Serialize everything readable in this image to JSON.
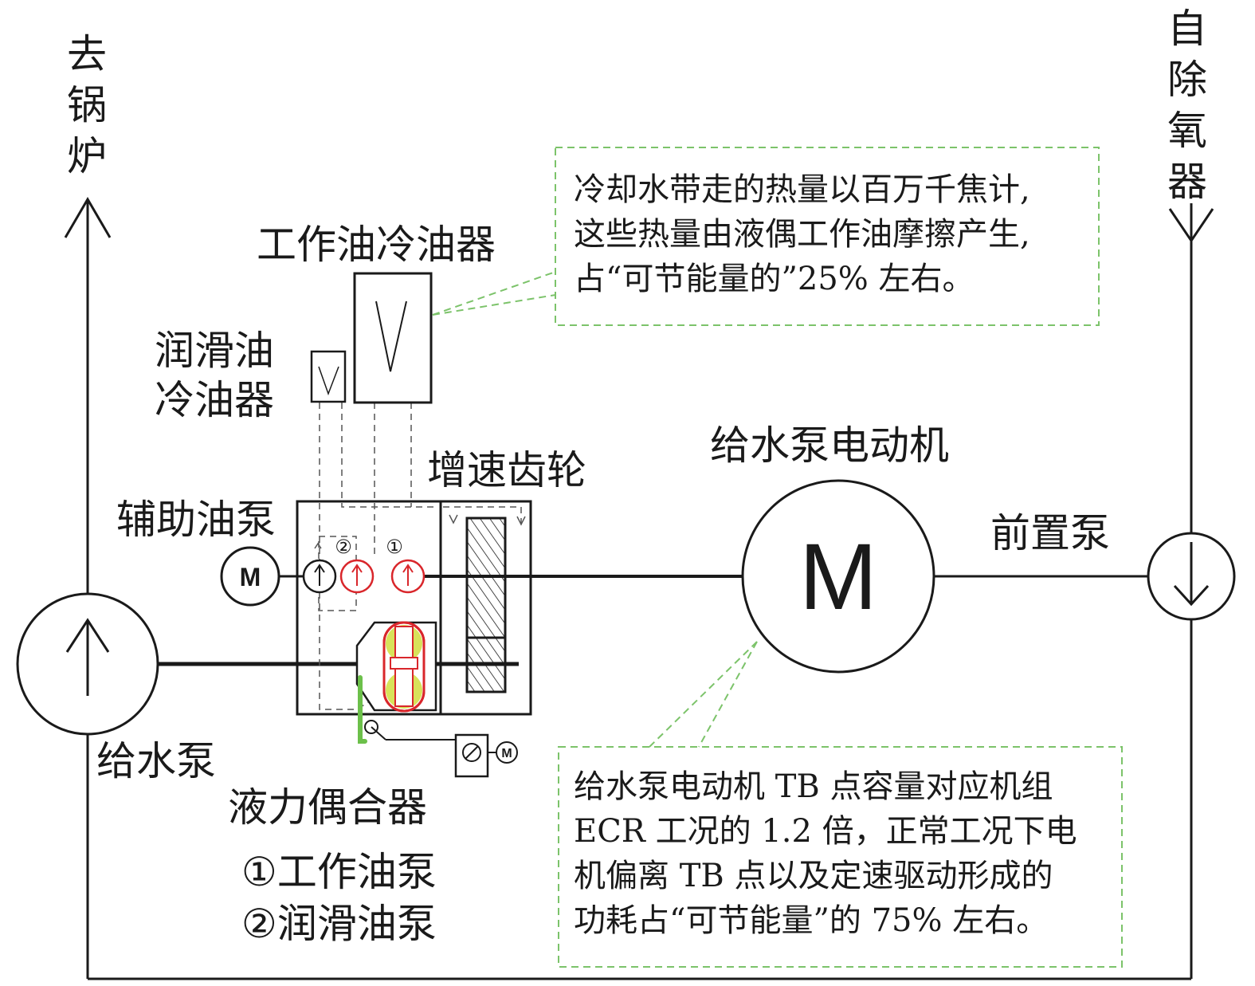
{
  "labels": {
    "to_boiler": "去锅炉",
    "from_deaerator": "自除氧器",
    "working_oil_cooler": "工作油冷油器",
    "lube_oil_cooler_line1": "润滑油",
    "lube_oil_cooler_line2": "冷油器",
    "speed_up_gear": "增速齿轮",
    "aux_oil_pump": "辅助油泵",
    "feed_pump_motor": "给水泵电动机",
    "booster_pump": "前置泵",
    "feed_pump": "给水泵",
    "fluid_coupling": "液力偶合器",
    "legend_1": "①工作油泵",
    "legend_2": "②润滑油泵",
    "pump_mark_1": "①",
    "pump_mark_2": "②",
    "motor_symbol": "M"
  },
  "notes": {
    "top": [
      "冷却水带走的热量以百万千焦计,",
      "这些热量由液偶工作油摩擦产生,",
      "占“可节能量的”25% 左右。"
    ],
    "bottom": [
      "给水泵电动机 TB 点容量对应机组",
      "ECR 工况的 1.2 倍，正常工况下电",
      "机偏离 TB 点以及定速驱动形成的",
      "功耗占“可节能量”的 75% 左右。"
    ]
  },
  "colors": {
    "line": "#1a1a1a",
    "pump_red": "#d9262b",
    "coupling_yellow": "#d8e25a",
    "scoop_green": "#6cc04a",
    "callout_green": "#7cc36a"
  }
}
